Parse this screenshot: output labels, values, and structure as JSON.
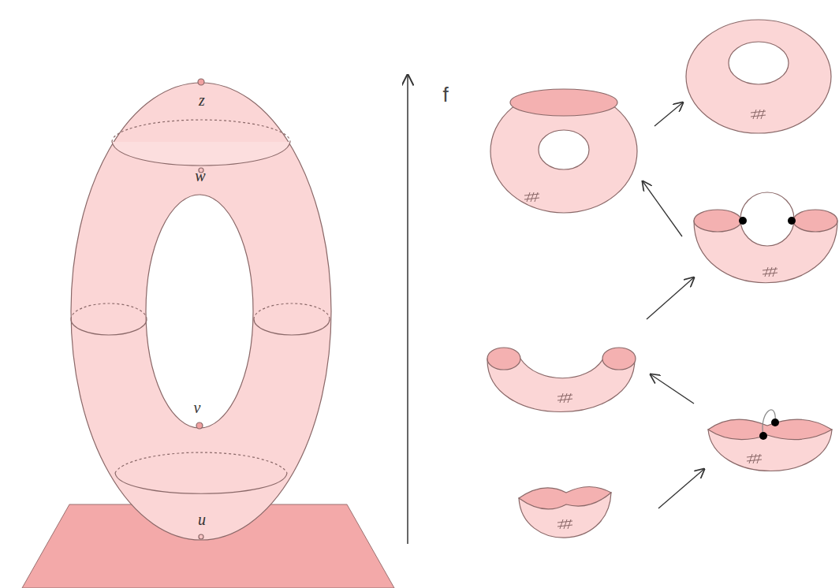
{
  "diagram": {
    "labels": [
      "z",
      "w",
      "v",
      "u",
      "f"
    ]
  }
}
